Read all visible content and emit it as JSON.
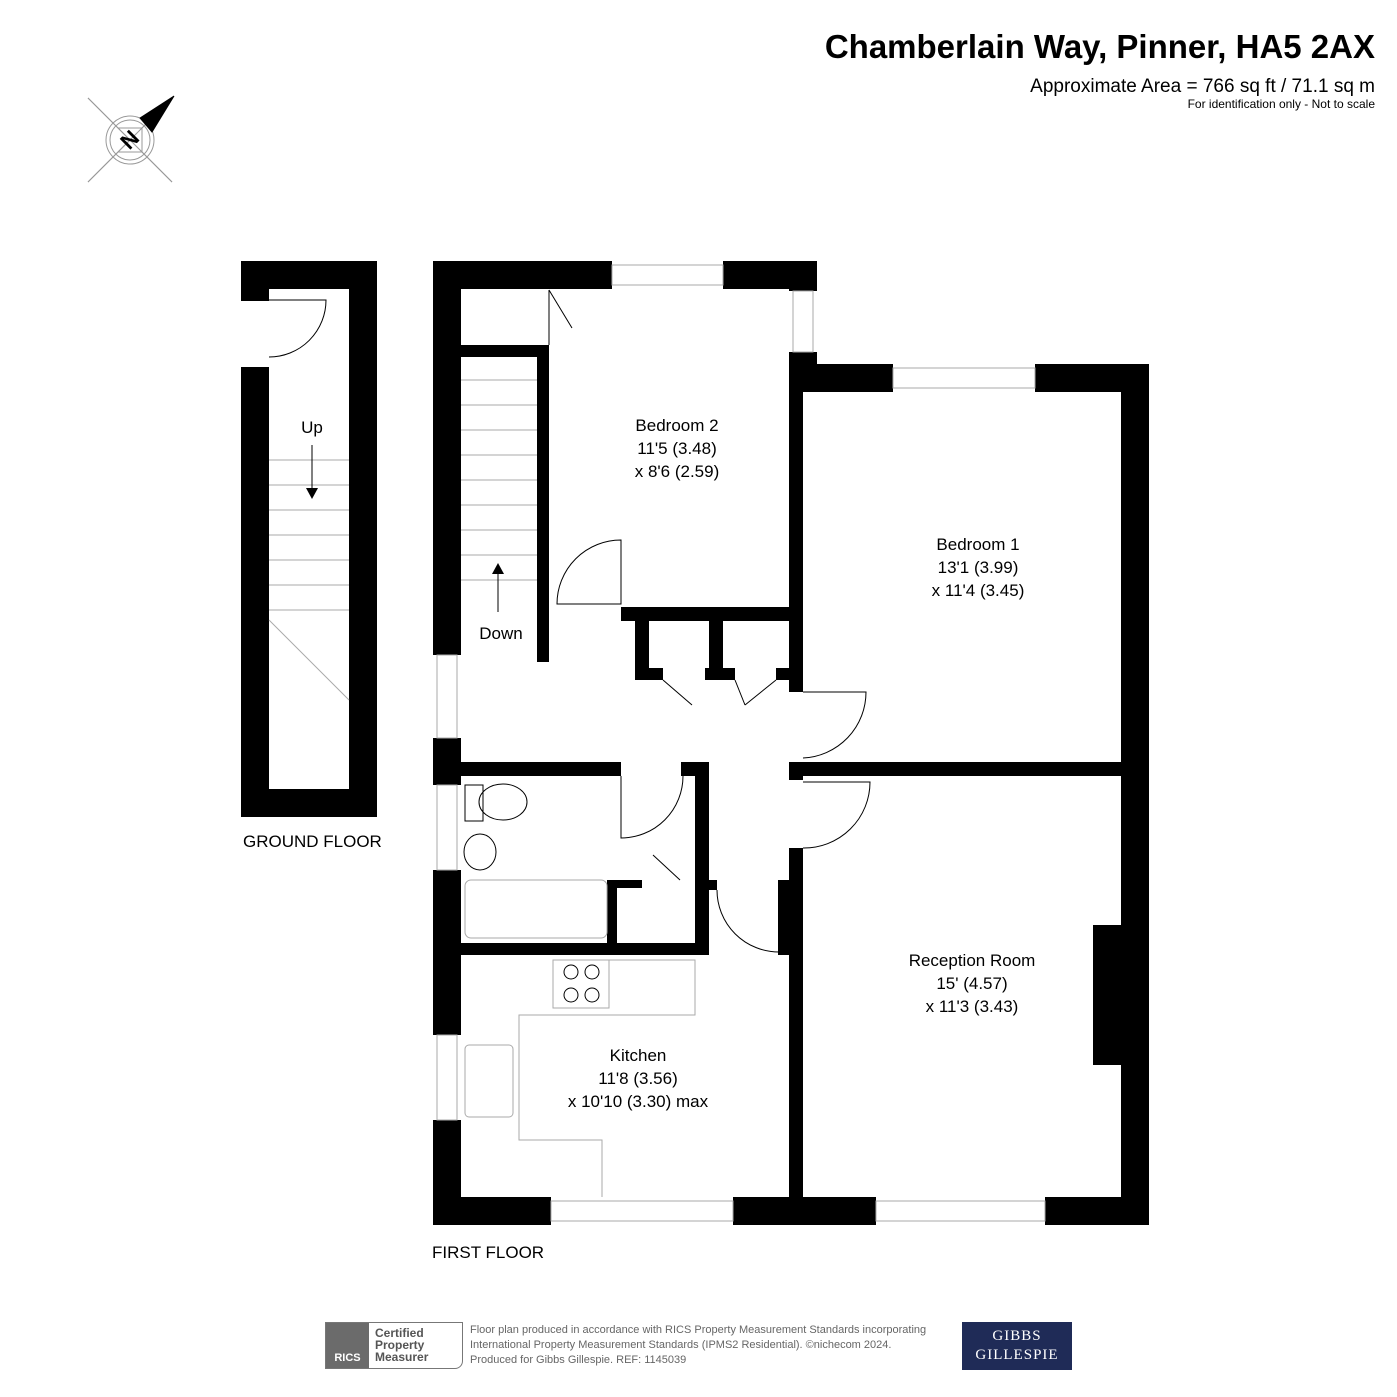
{
  "header": {
    "title": "Chamberlain Way, Pinner, HA5 2AX",
    "area": "Approximate Area = 766 sq ft / 71.1 sq m",
    "note": "For identification only - Not to scale"
  },
  "compass": {
    "label": "N"
  },
  "ground_floor": {
    "label": "GROUND FLOOR",
    "stairs_label": "Up"
  },
  "first_floor": {
    "label": "FIRST FLOOR",
    "stairs_label": "Down",
    "rooms": [
      {
        "name": "Bedroom 2",
        "dim1": "11'5 (3.48)",
        "dim2": "x 8'6 (2.59)"
      },
      {
        "name": "Bedroom 1",
        "dim1": "13'1 (3.99)",
        "dim2": "x 11'4 (3.45)"
      },
      {
        "name": "Reception Room",
        "dim1": "15' (4.57)",
        "dim2": "x 11'3 (3.43)"
      },
      {
        "name": "Kitchen",
        "dim1": "11'8 (3.56)",
        "dim2": "x 10'10 (3.30) max"
      }
    ]
  },
  "footer": {
    "rics_logo": "RICS",
    "rics_cert": [
      "Certified",
      "Property",
      "Measurer"
    ],
    "lines": [
      "Floor plan produced in accordance with RICS Property Measurement Standards incorporating",
      "International Property Measurement Standards (IPMS2 Residential).   ©nichecom 2024.",
      "Produced for Gibbs Gillespie.    REF: 1145039"
    ],
    "agent_logo": [
      "GIBBS",
      "GILLESPIE"
    ]
  }
}
